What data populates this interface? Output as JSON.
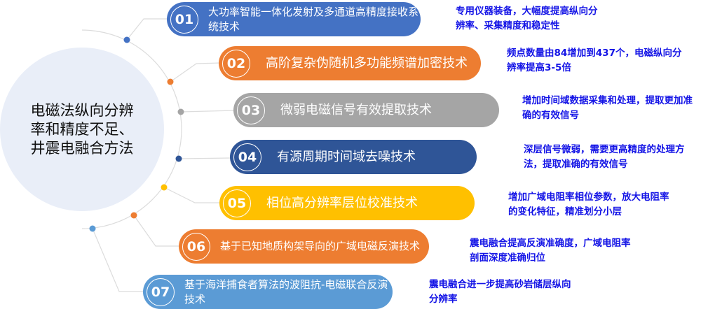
{
  "center": {
    "title": "电磁法纵向分辨率和精度不足、井震电融合方法"
  },
  "items": [
    {
      "num": "01",
      "title": "大功率智能一体化发射及多通道高精度接收系统技术",
      "desc": "专用仪器装备，大幅度提高纵向分辨率、采集精度和稳定性",
      "color": "#4472c4"
    },
    {
      "num": "02",
      "title": "高阶复杂伪随机多功能频谱加密技术",
      "desc": "频点数量由84增加到437个，电磁纵向分辨率提高3-5倍",
      "color": "#ed7d31"
    },
    {
      "num": "03",
      "title": "微弱电磁信号有效提取技术",
      "desc": "增加时间域数据采集和处理，提取更加准确的有效信号",
      "color": "#a5a5a5"
    },
    {
      "num": "04",
      "title": "有源周期时间域去噪技术",
      "desc": "深层信号微弱，需要更高精度的处理方法，提取准确的有效信号",
      "color": "#2f5597"
    },
    {
      "num": "05",
      "title": "相位高分辨率层位校准技术",
      "desc": "增加广域电阻率相位参数，放大电阻率的变化特征，精准划分小层",
      "color": "#ffc000"
    },
    {
      "num": "06",
      "title": "基于已知地质构架导向的广域电磁反演技术",
      "desc": "震电融合提高反演准确度，广域电阻率剖面深度准确归位",
      "color": "#ed7d31"
    },
    {
      "num": "07",
      "title": "基于海洋捕食者算法的波阻抗-电磁联合反演技术",
      "desc": "震电融合进一步提高砂岩储层纵向分辨率",
      "color": "#5b9bd5"
    }
  ]
}
